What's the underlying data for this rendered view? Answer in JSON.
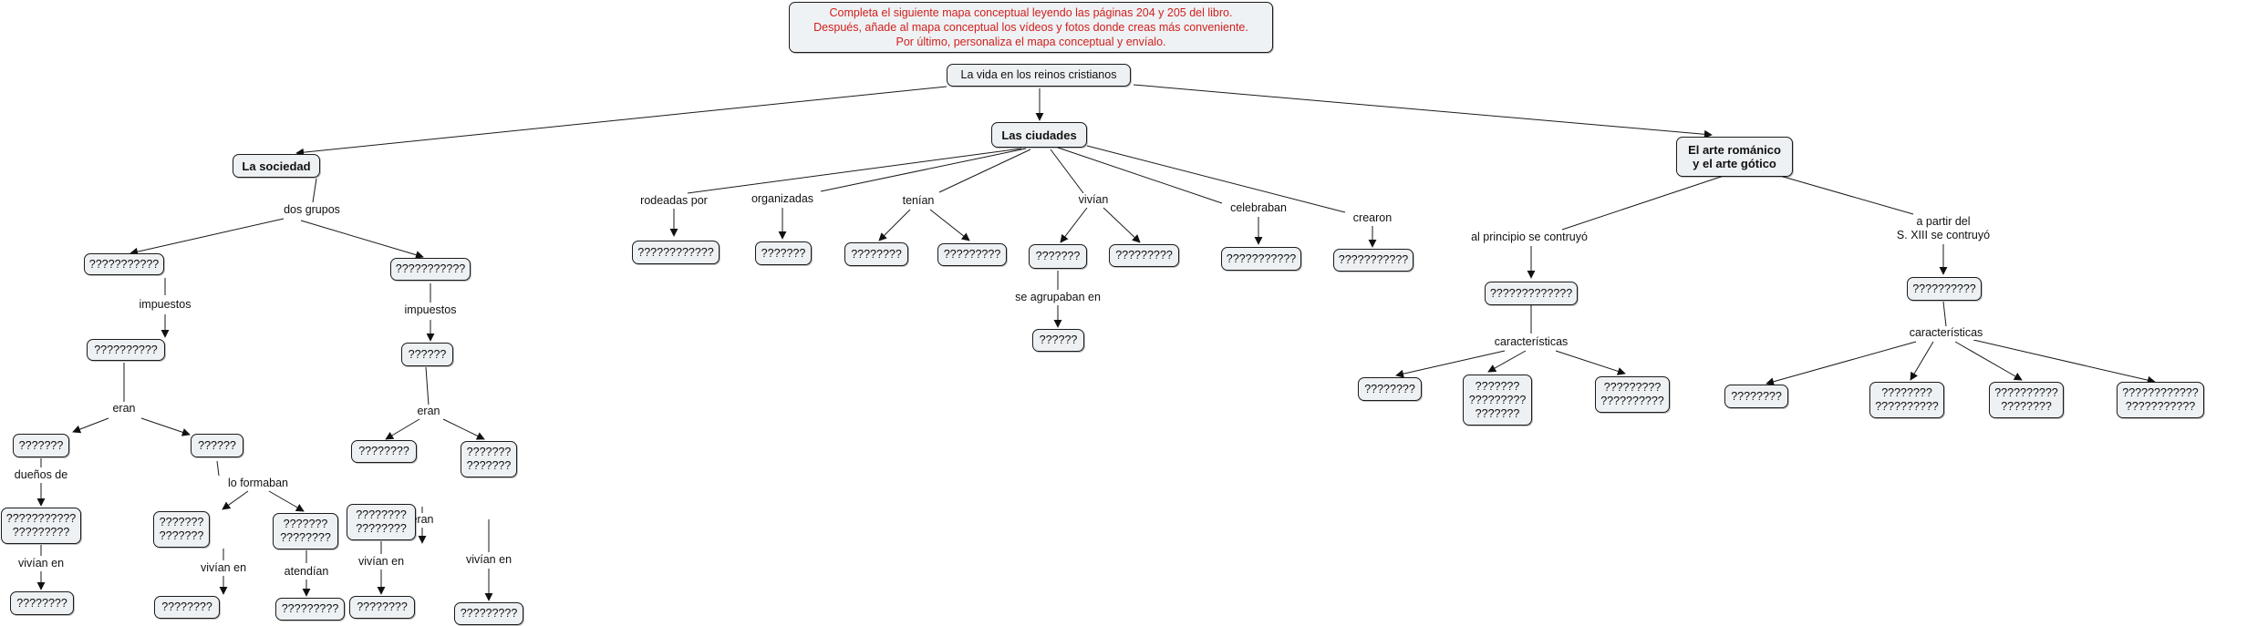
{
  "instructions": "Completa el siguiente mapa conceptual leyendo las páginas 204 y 205 del libro.\nDespués, añade al mapa conceptual los vídeos y fotos donde creas más conveniente.\nPor último, personaliza el mapa conceptual y envíalo.",
  "root": "La vida en los reinos cristianos",
  "branches": {
    "sociedad": "La sociedad",
    "ciudades": "Las ciudades",
    "arte": "El arte románico\ny el arte gótico"
  },
  "links": {
    "dos_grupos": "dos grupos",
    "impuestos_1": "impuestos",
    "impuestos_2": "impuestos",
    "eran_1": "eran",
    "eran_2": "eran",
    "eran_3": "eran",
    "duenos_de": "dueños de",
    "lo_formaban": "lo formaban",
    "vivian_en_1": "vivían en",
    "vivian_en_2": "vivían en",
    "atendian": "atendían",
    "vivian_en_3": "vivían en",
    "vivian_en_4": "vivían en",
    "rodeadas_por": "rodeadas por",
    "organizadas": "organizadas",
    "tenian": "tenían",
    "vivian": "vivían",
    "celebraban": "celebraban",
    "crearon": "crearon",
    "se_agrupaban_en": "se agrupaban en",
    "al_principio": "al principio se contruyó",
    "a_partir_del": "a partir del\nS. XIII se contruyó",
    "caracteristicas_1": "características",
    "caracteristicas_2": "características"
  },
  "blanks": {
    "s_grupo1": "???????????",
    "s_grupo2": "???????????",
    "s_imp1": "??????????",
    "s_imp2": "??????",
    "s_a1": "???????",
    "s_a2": "??????",
    "s_a3": "????????",
    "s_a4": "???????\n???????",
    "s_duenos": "???????????\n?????????",
    "s_form1": "???????\n???????",
    "s_form2": "???????\n????????",
    "s_eran3": "????????\n????????",
    "s_viv1": "????????",
    "s_viv2": "????????",
    "s_aten": "?????????",
    "s_viv3": "????????",
    "s_viv4": "?????????",
    "c_rodeadas": "????????????",
    "c_organizadas": "???????",
    "c_tenian1": "????????",
    "c_tenian2": "?????????",
    "c_vivian1": "???????",
    "c_vivian2": "?????????",
    "c_celebraban": "???????????",
    "c_crearon": "???????????",
    "c_agrupaban": "??????",
    "a_principio": "?????????????",
    "a_partir": "??????????",
    "a_car1_1": "????????",
    "a_car1_2": "???????\n?????????\n???????",
    "a_car1_3": "?????????\n??????????",
    "a_car2_1": "????????",
    "a_car2_2": "????????\n??????????",
    "a_car2_3": "??????????\n????????",
    "a_car2_4": "????????????\n???????????"
  },
  "colors": {
    "instruction_text": "#d0201e",
    "node_fill": "#eef1f3",
    "line": "#1a1a1a"
  }
}
